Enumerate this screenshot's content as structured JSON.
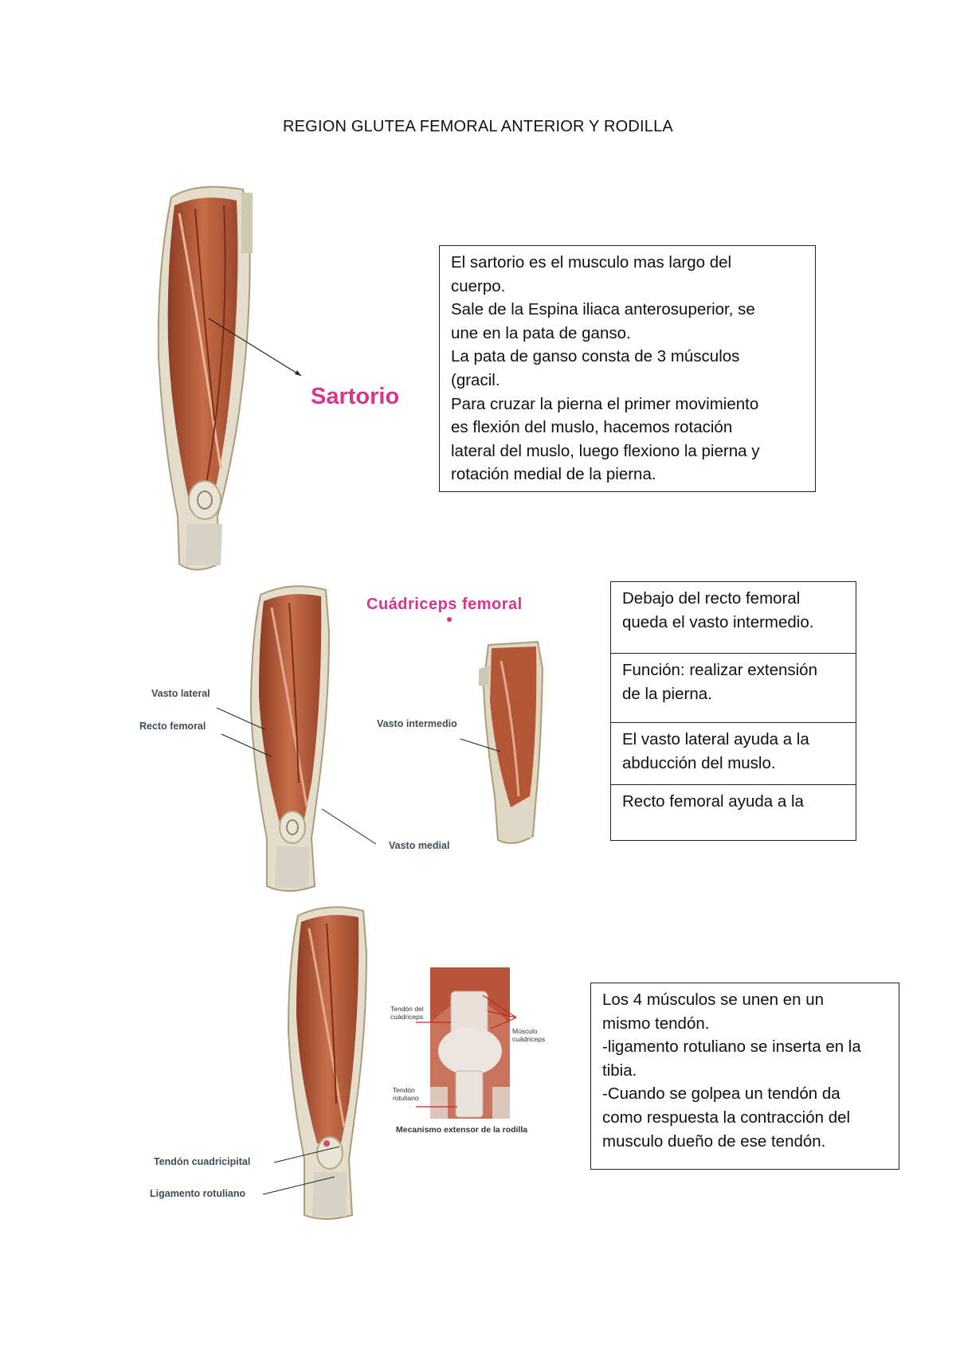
{
  "title": "REGION GLUTEA FEMORAL ANTERIOR Y RODILLA",
  "section1": {
    "figure_label": "Sartorio",
    "box_lines": [
      "El sartorio es el musculo mas largo del",
      "cuerpo.",
      "Sale de la Espina iliaca anterosuperior, se",
      "une en la pata de ganso.",
      "La pata de ganso consta de 3 músculos",
      "(gracil.",
      "Para cruzar la pierna el primer movimiento",
      "es flexión del muslo, hacemos rotación",
      "lateral del muslo, luego flexiono la pierna y",
      "rotación medial de la pierna."
    ]
  },
  "section2": {
    "figure_title": "Cuádriceps femoral",
    "labels": {
      "vasto_lateral": "Vasto lateral",
      "recto_femoral": "Recto femoral",
      "vasto_intermedio": "Vasto intermedio",
      "vasto_medial": "Vasto medial"
    },
    "cells": [
      [
        "Debajo del recto femoral",
        "queda el vasto intermedio."
      ],
      [
        "Función: realizar extensión",
        "de la pierna."
      ],
      [
        "El vasto lateral ayuda a la",
        "abducción del muslo."
      ],
      [
        "Recto femoral ayuda a la"
      ]
    ]
  },
  "section3": {
    "labels": {
      "tendon_cuadricipital": "Tendón cuadricipital",
      "ligamento_rotuliano": "Ligamento rotuliano"
    },
    "knee_labels": {
      "tendon_cuadriceps_1": "Tendón del",
      "tendon_cuadriceps_2": "cuádriceps",
      "musculo_1": "Músculo",
      "musculo_2": "cuádriceps",
      "tendon_rotuliano_1": "Tendón",
      "tendon_rotuliano_2": "rotuliano",
      "caption": "Mecanismo extensor de la rodilla"
    },
    "box_lines": [
      "Los 4 músculos se unen en un",
      "mismo tendón.",
      "-ligamento rotuliano se inserta en la",
      "tibia.",
      "-Cuando se golpea un tendón da",
      "como respuesta la contracción del",
      "musculo dueño de ese tendón."
    ]
  },
  "colors": {
    "pink_label": "#d8358a",
    "muscle": "#b5583a",
    "muscle_light": "#cf8a68",
    "tendon": "#dcd6c8"
  }
}
